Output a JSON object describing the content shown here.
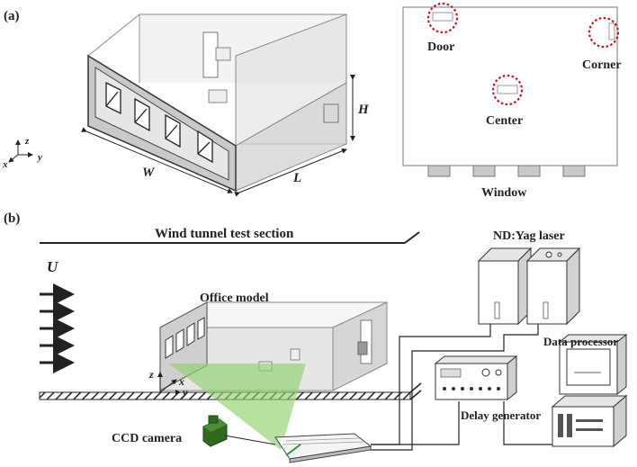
{
  "panel_a": {
    "label": "(a)",
    "dims": {
      "w": "W",
      "l": "L",
      "h": "H"
    },
    "axes": {
      "z": "z",
      "x": "x",
      "y": "y"
    },
    "plan_labels": {
      "door": "Door",
      "corner": "Corner",
      "center": "Center",
      "window": "Window"
    }
  },
  "panel_b": {
    "label": "(b)",
    "tunnel_title": "Wind tunnel test section",
    "wind_symbol": "U",
    "office_model": "Office model",
    "laser": "ND:Yag laser",
    "data_processor": "Data processor",
    "delay_generator": "Delay generator",
    "ccd_camera": "CCD camera",
    "axes": {
      "z": "z",
      "x": "x",
      "y": "y"
    }
  },
  "colors": {
    "laser_sheet": "#8fd16e",
    "camera": "#2f6b1f",
    "marker": "#cc1111",
    "wall": "#c9c9c9"
  }
}
